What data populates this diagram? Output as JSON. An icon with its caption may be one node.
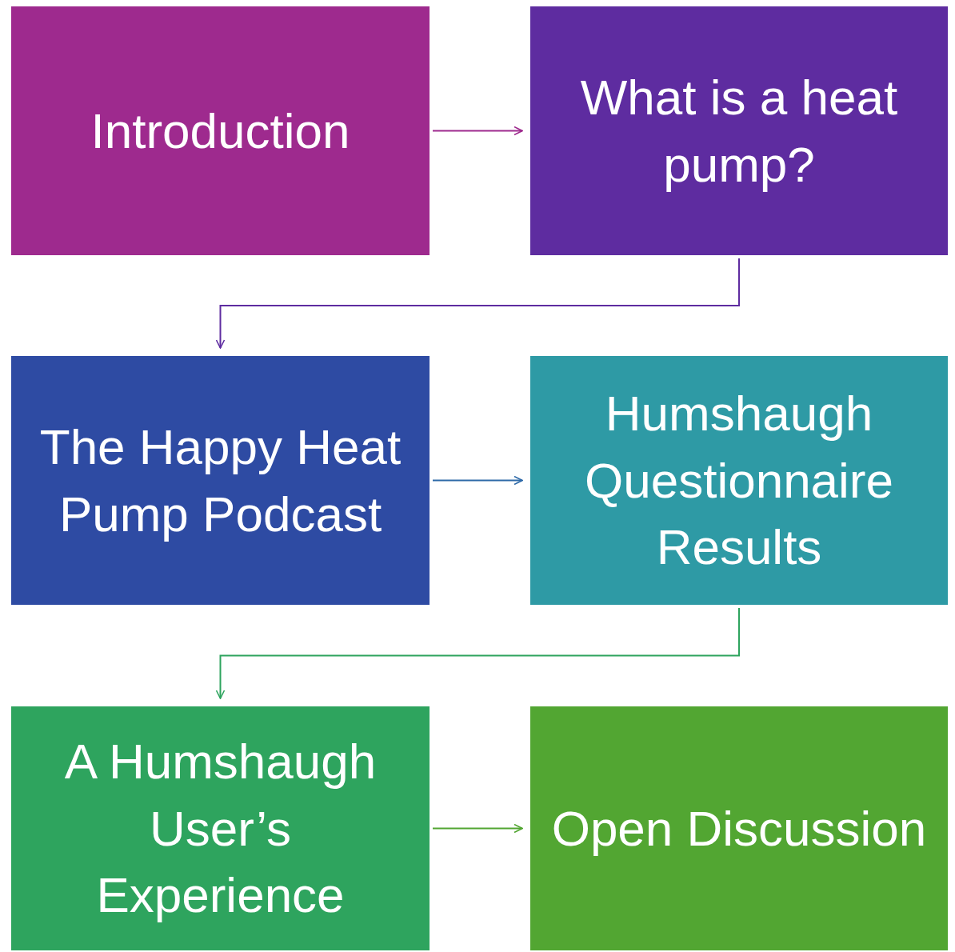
{
  "diagram": {
    "nodes": [
      {
        "text": [
          "Introduction"
        ]
      },
      {
        "text": [
          "What is a heat pump?"
        ]
      },
      {
        "text": [
          "The Happy Heat Pump Podcast"
        ]
      },
      {
        "text": [
          "Humshaugh Questionnaire Results"
        ]
      },
      {
        "text": [
          "A Humshaugh User’s Experience"
        ]
      },
      {
        "text": [
          "Open Discussion"
        ]
      }
    ],
    "edges": [
      {
        "from": 0,
        "to": 1,
        "arrow": "to",
        "color": "#9e2a8e"
      },
      {
        "from": 1,
        "to": 2,
        "arrow": "to",
        "color": "#5e2ca0"
      },
      {
        "from": 2,
        "to": 3,
        "arrow": "to",
        "color": "#2e6aa8"
      },
      {
        "from": 3,
        "to": 4,
        "arrow": "to",
        "color": "#2ea45e"
      },
      {
        "from": 4,
        "to": 5,
        "arrow": "to",
        "color": "#52a632"
      }
    ]
  }
}
